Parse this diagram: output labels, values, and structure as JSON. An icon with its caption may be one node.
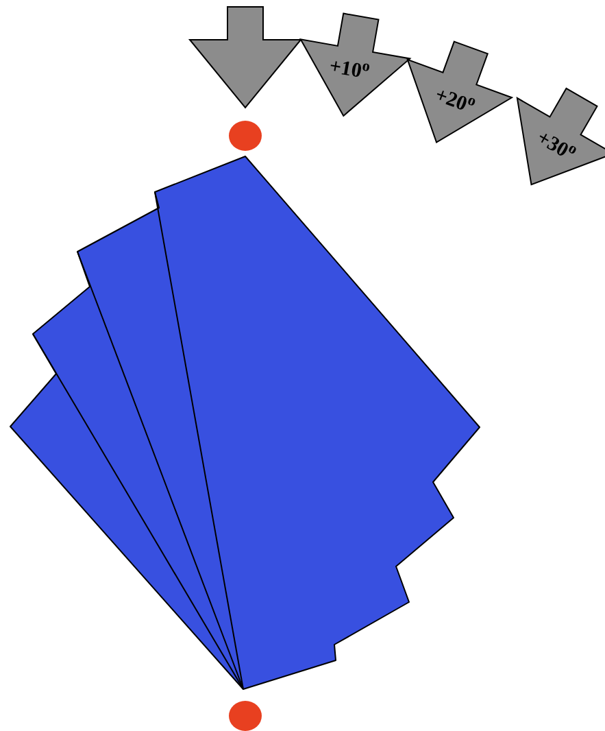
{
  "diagram": {
    "labels": [
      "+10$^{o}$",
      "+20$^{o}$",
      "+30$^{o}$"
    ]
  }
}
